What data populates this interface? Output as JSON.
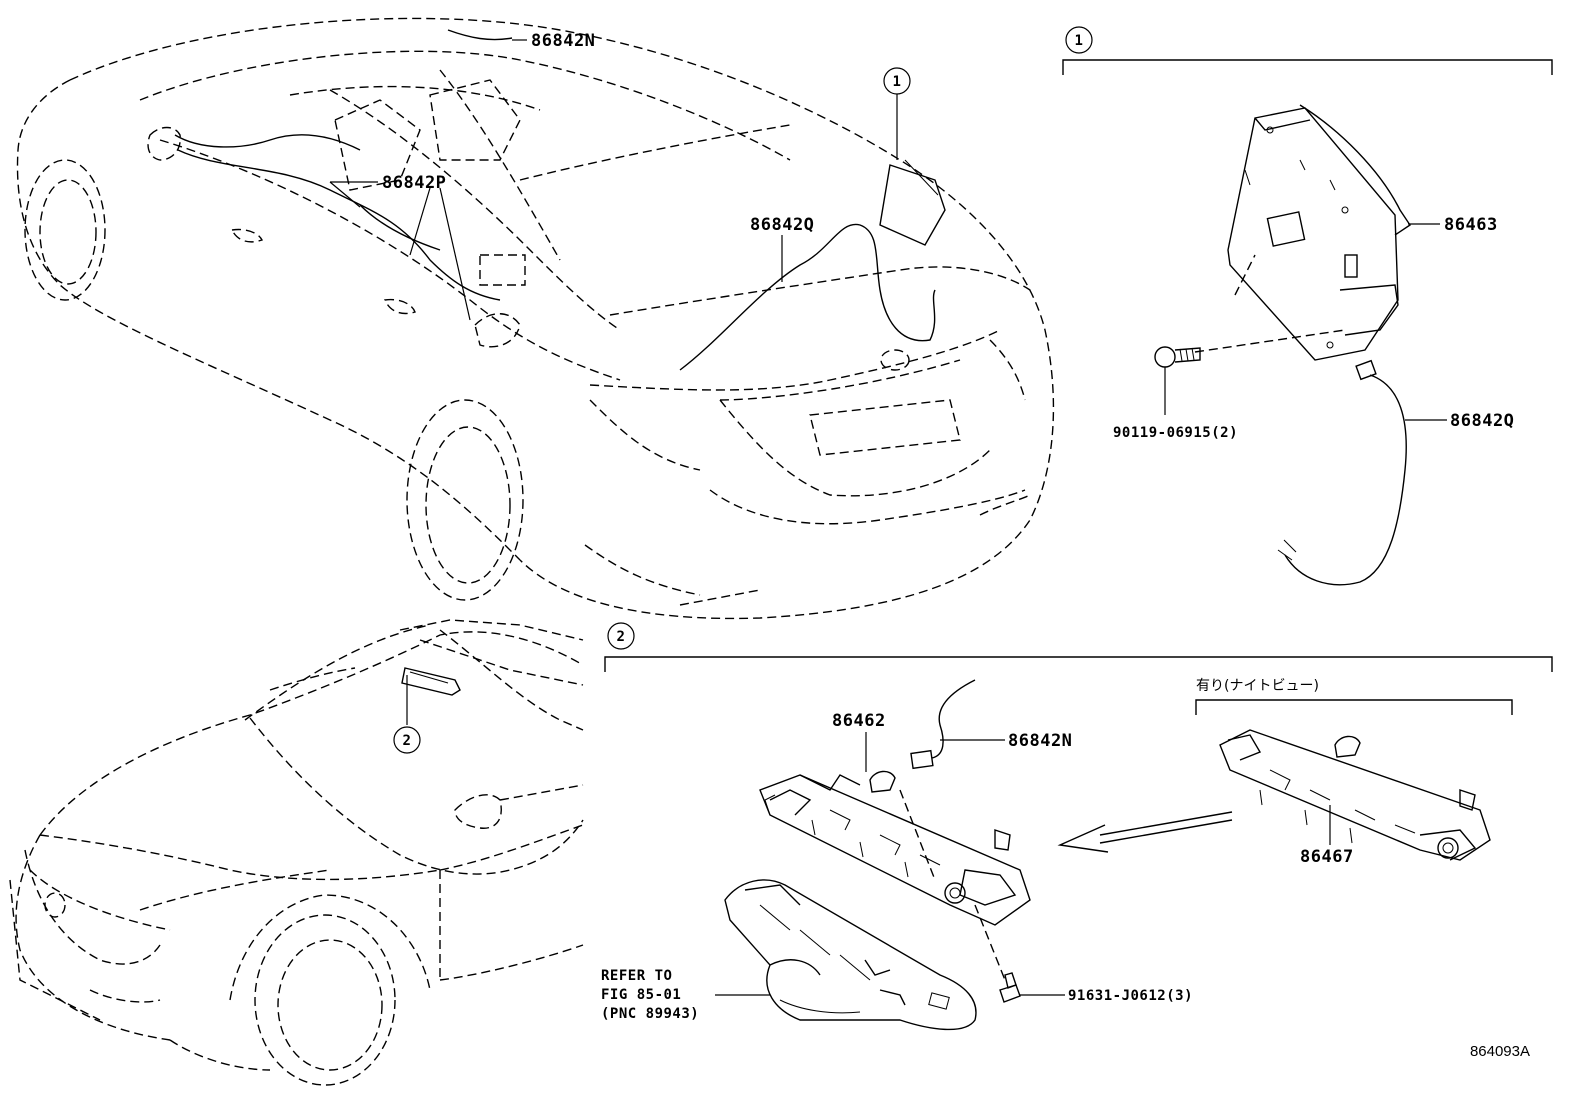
{
  "callouts": {
    "one": "1",
    "two": "2"
  },
  "parts": {
    "p86842N_top": "86842N",
    "p86842P": "86842P",
    "p86842Q_car": "86842Q",
    "p86463": "86463",
    "p90119": "90119-06915(2)",
    "p86842Q_right": "86842Q",
    "p86462": "86462",
    "p86842N_bottom": "86842N",
    "p86467": "86467",
    "p91631": "91631-J0612(3)"
  },
  "variant_label": "有り(ナイトビュー)",
  "reference": {
    "line1": "REFER TO",
    "line2": "FIG 85-01",
    "line3": "(PNC 89943)"
  },
  "figure_number": "864093A"
}
